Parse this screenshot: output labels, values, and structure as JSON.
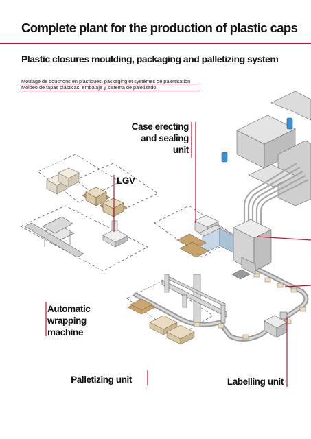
{
  "header": {
    "title": "Complete plant for the production of plastic caps",
    "subtitle": "Plastic closures moulding, packaging and palletizing system",
    "translation_fr": "Moulage de  bouchons en plastiques, packaging et systèmes de palettisation",
    "translation_es": "Moldeo de tapas plásticas, embalaje y sistema de paletizado."
  },
  "callouts": {
    "case_erecting": [
      "Case erecting",
      "and sealing",
      "unit"
    ],
    "lgv": "LGV",
    "wrapping": [
      "Automatic",
      "wrapping",
      "machine"
    ],
    "palletizing": "Palletizing unit",
    "labelling": "Labelling unit"
  },
  "colors": {
    "accent": "#c8102e",
    "machine_grey": "#cfcfcf",
    "pallet_wood": "#c9a26a",
    "box_beige": "#e9dcc0",
    "blue_tank": "#3f8fd0"
  }
}
